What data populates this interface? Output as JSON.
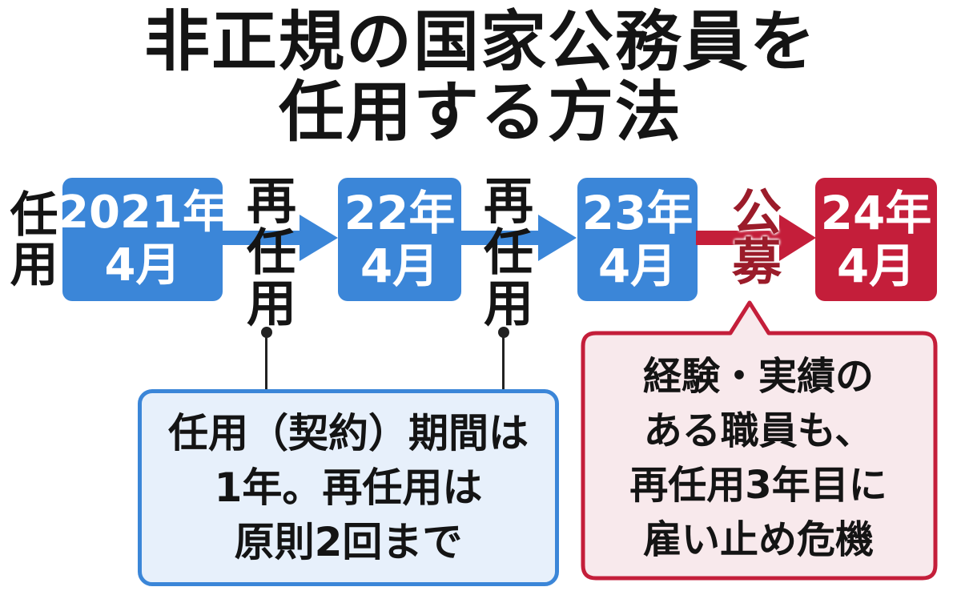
{
  "title": {
    "line1": "非正規の国家公務員を",
    "line2": "任用する方法"
  },
  "labels": {
    "ninyo": "任用",
    "reninyo_1": "再任用",
    "reninyo_2": "再任用",
    "koubo": "公募"
  },
  "timeline": [
    {
      "line1": "2021年",
      "line2": "4月",
      "color": "#3b86d8"
    },
    {
      "line1": "22年",
      "line2": "4月",
      "color": "#3b86d8"
    },
    {
      "line1": "23年",
      "line2": "4月",
      "color": "#3b86d8"
    },
    {
      "line1": "24年",
      "line2": "4月",
      "color": "#c41e3a"
    }
  ],
  "note_blue": {
    "line1": "任用（契約）期間は",
    "line2": "1年。再任用は",
    "line3": "原則2回まで"
  },
  "note_red": {
    "line1": "経験・実績の",
    "line2": "ある職員も、",
    "line3": "再任用3年目に",
    "line4": "雇い止め危機"
  },
  "colors": {
    "blue": "#3b86d8",
    "blue_light": "#e7f0fb",
    "red": "#c41e3a",
    "red_light": "#f8e9ec",
    "dark": "#222222"
  }
}
